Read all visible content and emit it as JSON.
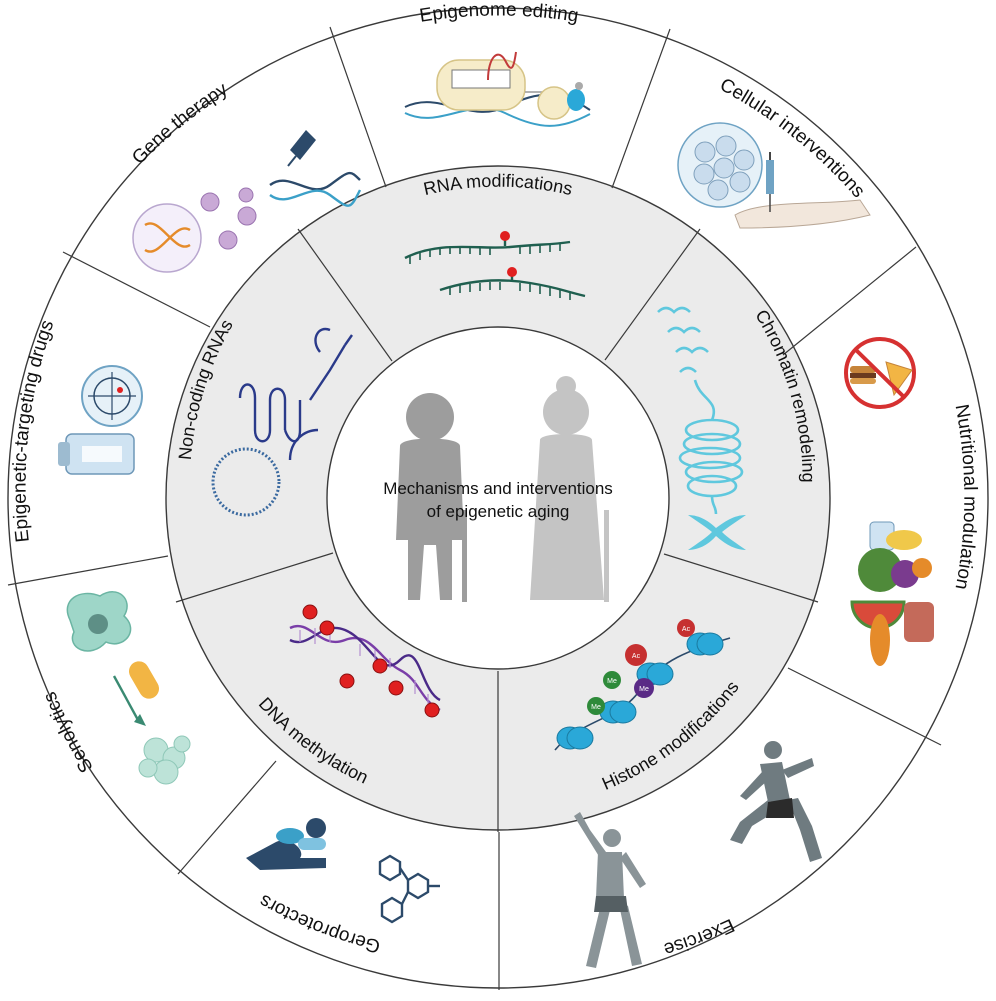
{
  "center": {
    "line1": "Mechanisms and interventions",
    "line2": "of epigenetic aging"
  },
  "inner_ring": [
    {
      "key": "rna",
      "label": "RNA modifications"
    },
    {
      "key": "chromatin",
      "label": "Chromatin remodeling"
    },
    {
      "key": "histone",
      "label": "Histone modifications"
    },
    {
      "key": "dna",
      "label": "DNA methylation"
    },
    {
      "key": "ncrna",
      "label": "Non-coding RNAs"
    }
  ],
  "outer_ring": [
    {
      "key": "epigenome",
      "label": "Epigenome editing"
    },
    {
      "key": "cellular",
      "label": "Cellular interventions"
    },
    {
      "key": "nutrition",
      "label": "Nutritional modulation"
    },
    {
      "key": "exercise",
      "label": "Exercise"
    },
    {
      "key": "geroprotectors",
      "label": "Geroprotectors"
    },
    {
      "key": "senolytics",
      "label": "Senolytics"
    },
    {
      "key": "drugs",
      "label": "Epigenetic-targeting drugs"
    },
    {
      "key": "gene_therapy",
      "label": "Gene therapy"
    }
  ],
  "histone_marks": {
    "methyl": "Me",
    "acetyl": "Ac"
  },
  "colors": {
    "inner_ring_fill": "#ebebeb",
    "center_fill": "#ffffff",
    "lines": "#3a3a3a",
    "person": "#9d9d9d",
    "rna": "#1f5f4f",
    "methyl_dot": "#e02020",
    "chromatin": "#5fc8de",
    "dna_strand": "#7a3ea8",
    "ncrna": "#2a3a8a",
    "histone": "#2aa8d8",
    "cell_green": "#9ed6c8"
  }
}
